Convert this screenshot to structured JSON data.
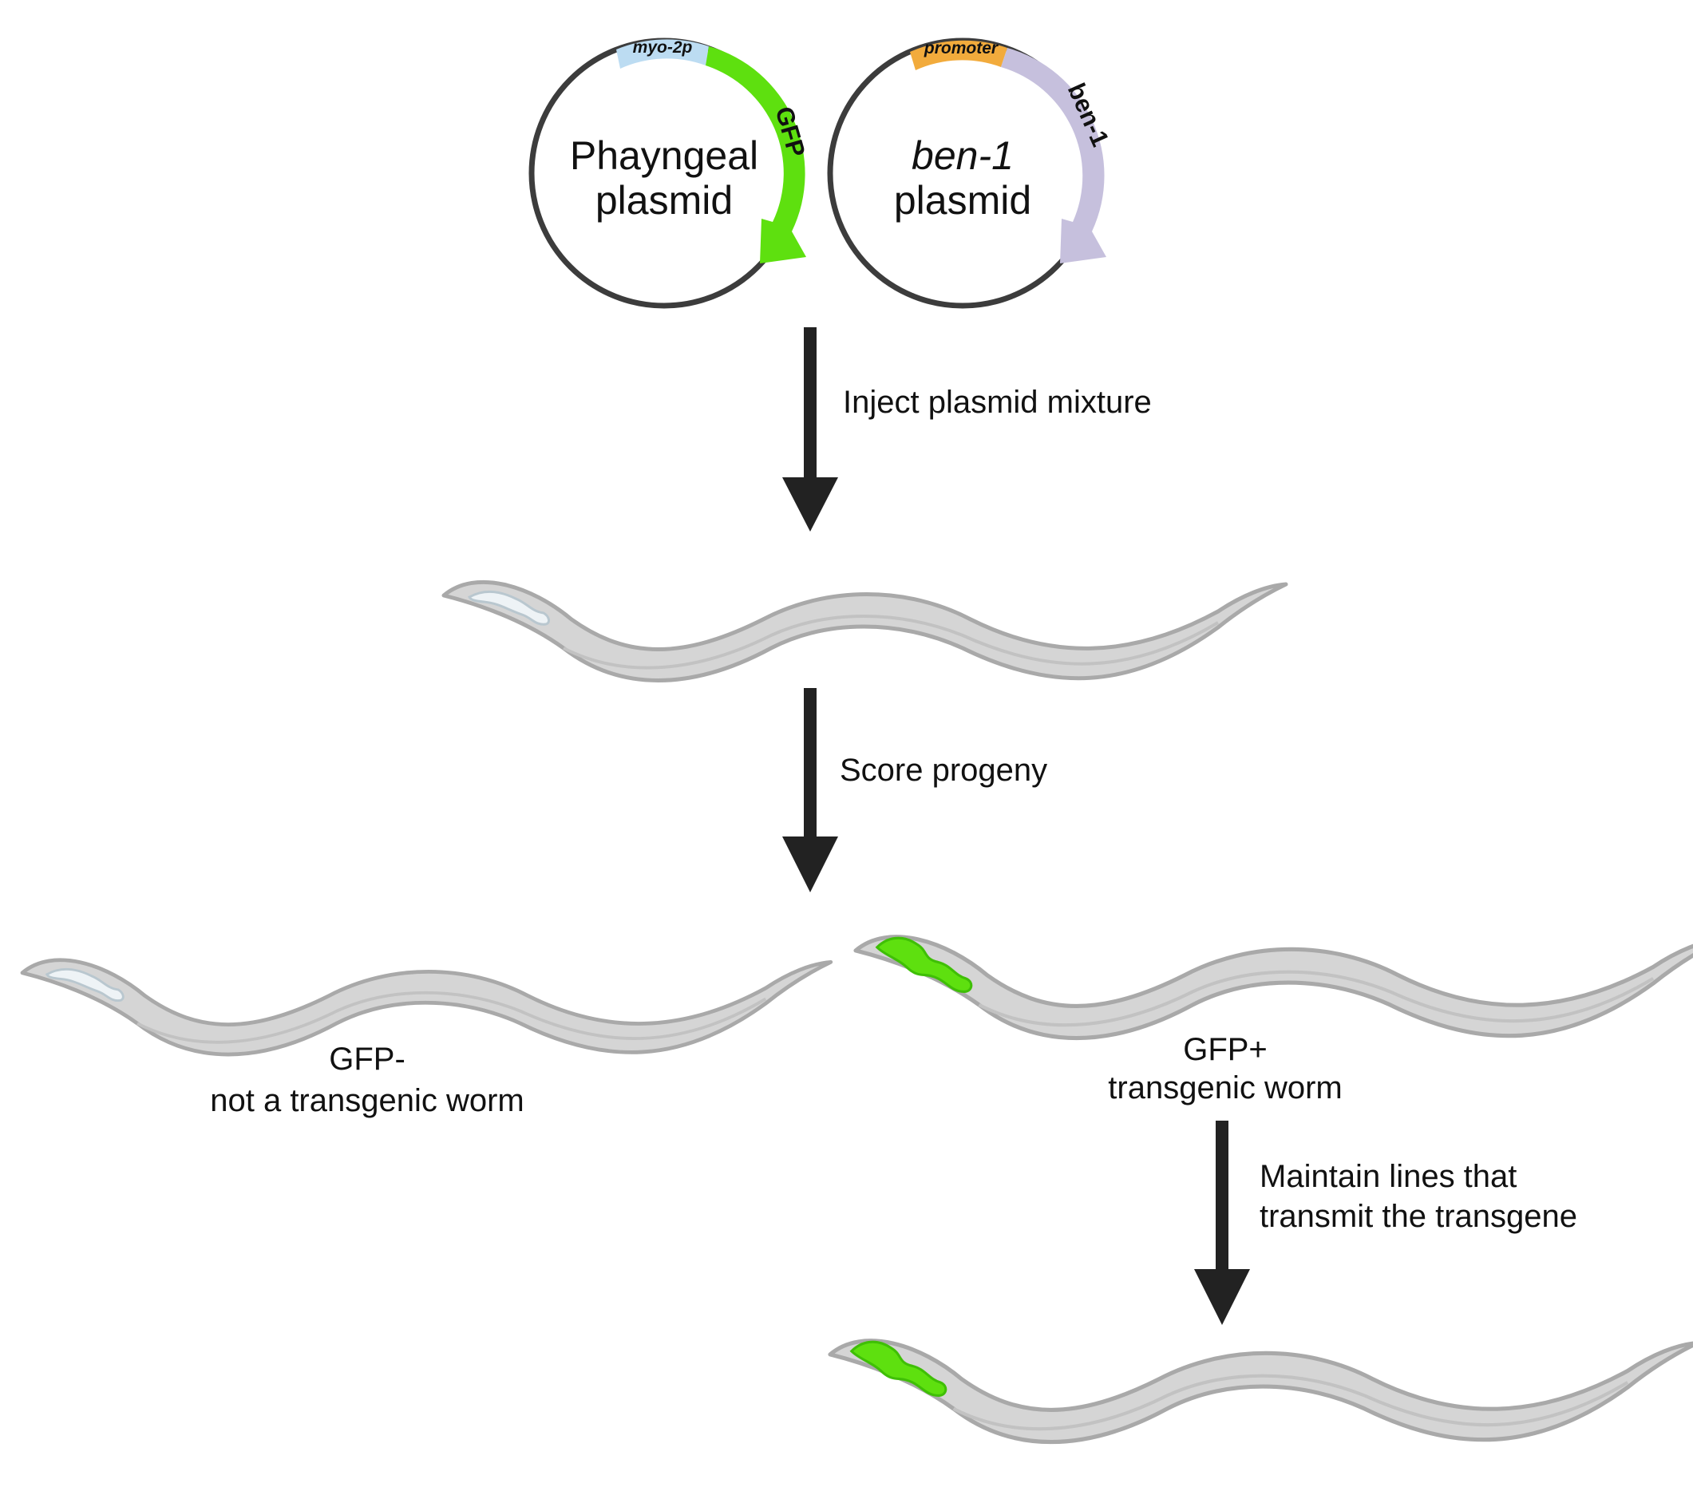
{
  "plasmids": {
    "pharyngeal": {
      "promoter_tag": "myo-2p",
      "gene": "GFP",
      "name_line1": "Phayngeal",
      "name_line2": "plasmid"
    },
    "ben1": {
      "promoter_tag": "promoter",
      "gene": "ben-1",
      "name_line1": "ben-1",
      "name_line2": "plasmid"
    }
  },
  "steps": {
    "inject": "Inject plasmid mixture",
    "score": "Score progeny",
    "maintain_line1": "Maintain lines that",
    "maintain_line2": "transmit the transgene"
  },
  "worms": {
    "negative": {
      "line1": "GFP-",
      "line2": "not a transgenic worm"
    },
    "positive": {
      "line1": "GFP+",
      "line2": "transgenic worm"
    }
  },
  "colors": {
    "gfp_green": "#5ee00f",
    "myo2p_blue": "#bcdcf2",
    "promoter_orange": "#f2ab3c",
    "ben1_lavender": "#c6c0dd",
    "worm_body": "#d5d5d5",
    "worm_outline": "#a9a9a9",
    "arrow": "#222222",
    "plasmid_ring": "#3c3c3c"
  }
}
